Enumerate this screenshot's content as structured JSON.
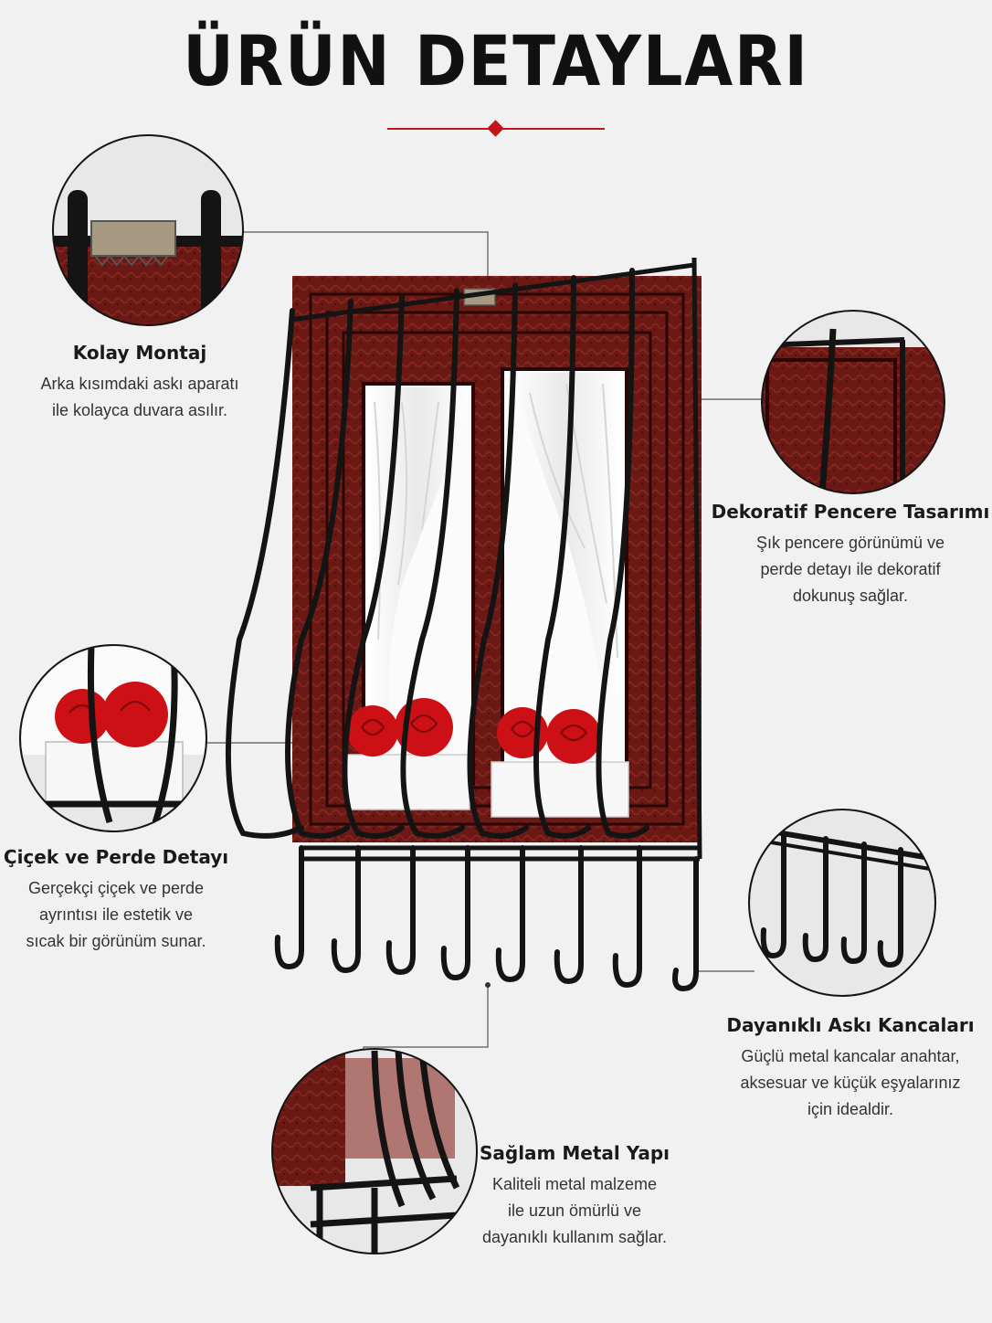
{
  "title": "ÜRÜN DETAYLARI",
  "colors": {
    "accent": "#c5131a",
    "wood": "#6b1914",
    "metal": "#141414",
    "rose": "#cc1016",
    "background": "#f1f1f1"
  },
  "features": [
    {
      "heading": "Kolay Montaj",
      "lines": [
        "Arka kısımdaki askı aparatı",
        "ile kolayca duvara asılır."
      ]
    },
    {
      "heading": "Dekoratif Pencere Tasarımı",
      "lines": [
        "Şık pencere görünümü ve",
        "perde detayı ile dekoratif",
        "dokunuş sağlar."
      ]
    },
    {
      "heading": "Çiçek ve Perde Detayı",
      "lines": [
        "Gerçekçi çiçek ve perde",
        "ayrıntısı ile estetik ve",
        "sıcak bir görünüm sunar."
      ]
    },
    {
      "heading": "Dayanıklı Askı Kancaları",
      "lines": [
        "Güçlü metal kancalar anahtar,",
        "aksesuar ve küçük eşyalarınız",
        "için idealdir."
      ]
    },
    {
      "heading": "Sağlam Metal Yapı",
      "lines": [
        "Kaliteli metal malzeme",
        "ile uzun ömürlü ve",
        "dayanıklı kullanım sağlar."
      ]
    }
  ]
}
